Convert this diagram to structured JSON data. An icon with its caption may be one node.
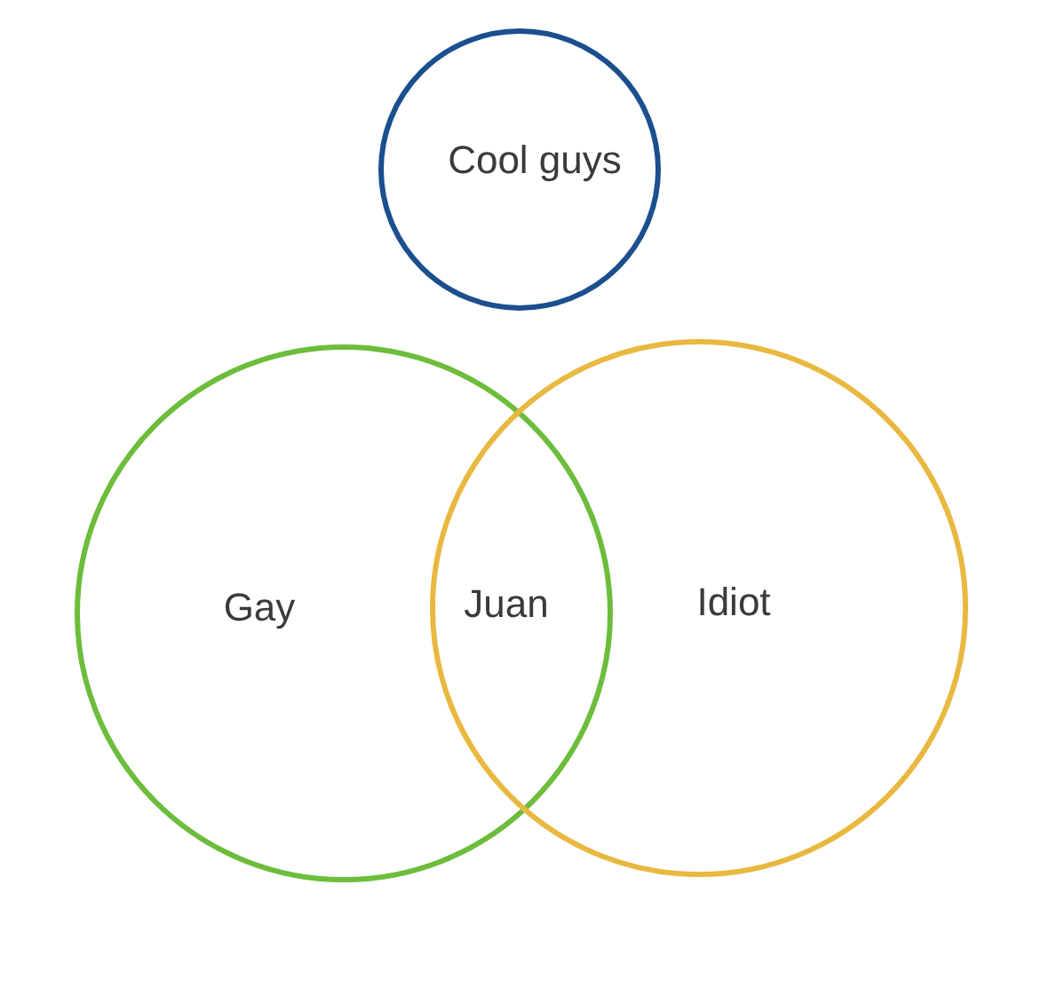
{
  "diagram": {
    "nodes": [
      {
        "text": [
          "Cool guys"
        ]
      },
      {
        "text": [
          "Gay"
        ]
      },
      {
        "text": [
          "Idiot"
        ]
      }
    ],
    "labels": [
      "Juan"
    ]
  }
}
